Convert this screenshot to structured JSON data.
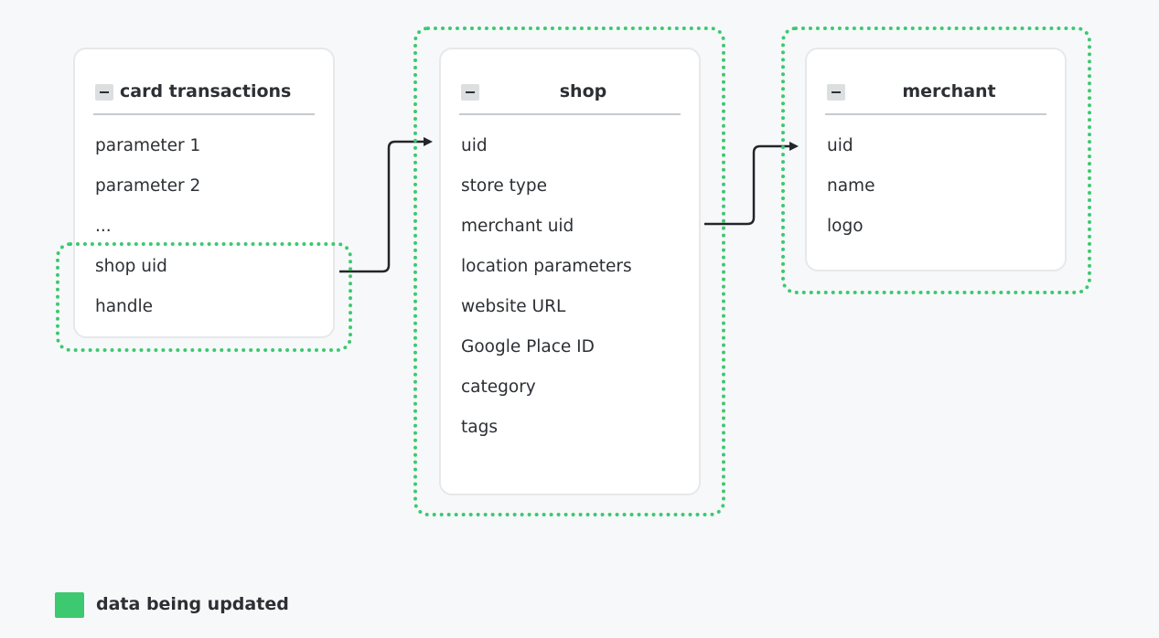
{
  "tables": {
    "card_transactions": {
      "title": "card transactions",
      "fields": [
        "parameter 1",
        "parameter 2",
        "...",
        "shop uid",
        "handle"
      ]
    },
    "shop": {
      "title": "shop",
      "fields": [
        "uid",
        "store type",
        "merchant uid",
        "location parameters",
        "website URL",
        "Google Place ID",
        "category",
        "tags"
      ]
    },
    "merchant": {
      "title": "merchant",
      "fields": [
        "uid",
        "name",
        "logo"
      ]
    }
  },
  "legend": {
    "label": "data being updated",
    "color": "#3cc96f"
  },
  "colors": {
    "highlight": "#3cc96f",
    "connector": "#22252a",
    "card_border": "#e6e8ea",
    "header_rule": "#c6cbce"
  },
  "icons": {
    "collapse": "minus-square-icon",
    "connector_head": "arrow-right-icon"
  }
}
